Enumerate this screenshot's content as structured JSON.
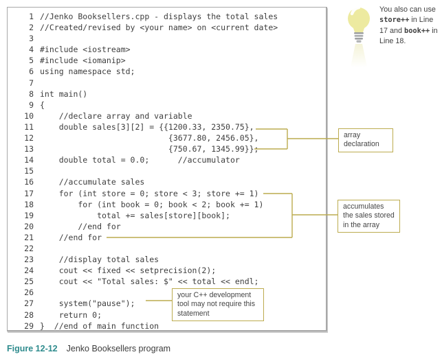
{
  "code": {
    "lines": [
      {
        "num": "1",
        "text": "//Jenko Booksellers.cpp - displays the total sales"
      },
      {
        "num": "2",
        "text": "//Created/revised by <your name> on <current date>"
      },
      {
        "num": "3",
        "text": ""
      },
      {
        "num": "4",
        "text": "#include <iostream>"
      },
      {
        "num": "5",
        "text": "#include <iomanip>"
      },
      {
        "num": "6",
        "text": "using namespace std;"
      },
      {
        "num": "7",
        "text": ""
      },
      {
        "num": "8",
        "text": "int main()"
      },
      {
        "num": "9",
        "text": "{"
      },
      {
        "num": "10",
        "text": "    //declare array and variable"
      },
      {
        "num": "11",
        "text": "    double sales[3][2] = {{1200.33, 2350.75},"
      },
      {
        "num": "12",
        "text": "                           {3677.80, 2456.05},"
      },
      {
        "num": "13",
        "text": "                           {750.67, 1345.99}};"
      },
      {
        "num": "14",
        "text": "    double total = 0.0;      //accumulator"
      },
      {
        "num": "15",
        "text": ""
      },
      {
        "num": "16",
        "text": "    //accumulate sales"
      },
      {
        "num": "17",
        "text": "    for (int store = 0; store < 3; store += 1)"
      },
      {
        "num": "18",
        "text": "        for (int book = 0; book < 2; book += 1)"
      },
      {
        "num": "19",
        "text": "            total += sales[store][book];"
      },
      {
        "num": "20",
        "text": "        //end for"
      },
      {
        "num": "21",
        "text": "    //end for"
      },
      {
        "num": "22",
        "text": ""
      },
      {
        "num": "23",
        "text": "    //display total sales"
      },
      {
        "num": "24",
        "text": "    cout << fixed << setprecision(2);"
      },
      {
        "num": "25",
        "text": "    cout << \"Total sales: $\" << total << endl;"
      },
      {
        "num": "26",
        "text": ""
      },
      {
        "num": "27",
        "text": "    system(\"pause\");"
      },
      {
        "num": "28",
        "text": "    return 0;"
      },
      {
        "num": "29",
        "text": "}  //end of main function"
      }
    ]
  },
  "tip": {
    "segments": [
      {
        "text": "You also can use ",
        "mono": false
      },
      {
        "text": "store++",
        "mono": true
      },
      {
        "text": " in Line 17 and ",
        "mono": false
      },
      {
        "text": "book++",
        "mono": true
      },
      {
        "text": " in Line 18.",
        "mono": false
      }
    ]
  },
  "annotations": {
    "array_declaration": "array declaration",
    "accumulates": "accumulates the sales stored in the array",
    "pause_note": "your C++ development tool may not require this statement"
  },
  "caption": {
    "label": "Figure 12-12",
    "title": "Jenko Booksellers program"
  },
  "colors": {
    "accent_olive": "#bcab4e",
    "caption_teal": "#2e8b8d",
    "bulb_yellow": "#edeaa0",
    "panel_border_gray": "#a8a8a8",
    "code_text": "#3d3d3d"
  }
}
